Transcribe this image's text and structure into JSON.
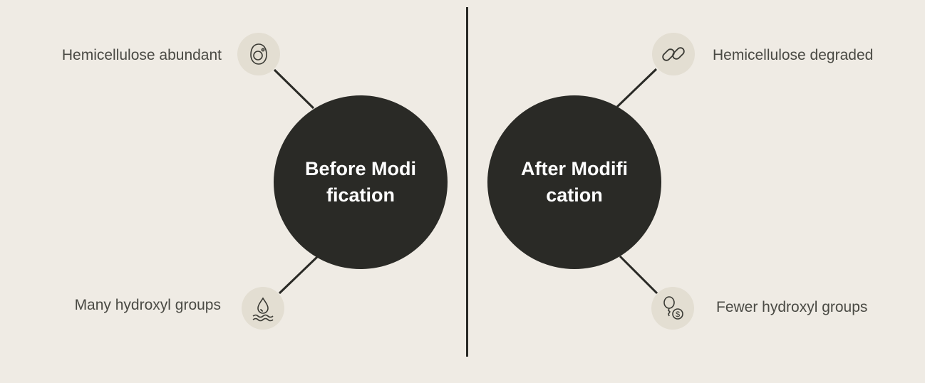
{
  "left": {
    "title": "Before Modification",
    "top_label": "Hemicellulose abundant",
    "bottom_label": "Many hydroxyl groups",
    "top_icon": "egg-icon",
    "bottom_icon": "water-drop-icon"
  },
  "right": {
    "title": "After Modification",
    "top_label": "Hemicellulose degraded",
    "bottom_label": "Fewer hydroxyl groups",
    "top_icon": "chain-link-icon",
    "bottom_icon": "balloon-dollar-icon"
  },
  "colors": {
    "background": "#efebe4",
    "circle": "#2a2a26",
    "icon_bg": "#e3ded2",
    "text": "#4a4a44"
  }
}
